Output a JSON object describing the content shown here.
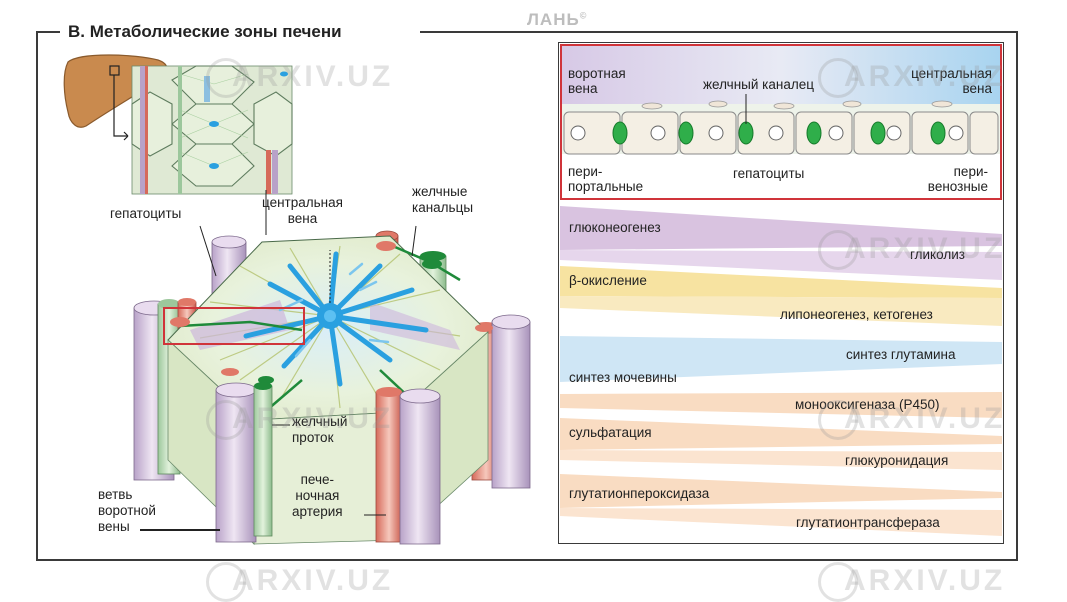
{
  "title": "В. Метаболические зоны печени",
  "publisher_mark": "ЛАНЬ",
  "watermark_text": "ARXIV.UZ",
  "left_labels": {
    "hepatocytes": "гепатоциты",
    "central_vein": "центральная\nвена",
    "bile_canaliculi": "желчные\nканальцы",
    "bile_duct": "желчный\nпроток",
    "hepatic_artery": "пече-\nночная\nартерия",
    "portal_vein_branch": "ветвь\nворотной\nвены"
  },
  "inset": {
    "portal_vein": "воротная\nвена",
    "bile_canaliculus": "желчный каналец",
    "central_vein": "центральная\nвена",
    "periportal": "пери-\nпортальные",
    "hepatocytes": "гепатоциты",
    "perivenous": "пери-\nвенозные"
  },
  "processes": [
    {
      "label": "глюконеогенез",
      "side": "left",
      "color": "#d9c3e0"
    },
    {
      "label": "гликолиз",
      "side": "right",
      "color": "#d9c3e0"
    },
    {
      "label": "β-окисление",
      "side": "left",
      "color": "#f7e3a1"
    },
    {
      "label": "липонеогенез, кетогенез",
      "side": "right",
      "color": "#f7e3a1"
    },
    {
      "label": "синтез глутамина",
      "side": "right",
      "color": "#cfe6f5"
    },
    {
      "label": "синтез мочевины",
      "side": "left",
      "color": "#cfe6f5"
    },
    {
      "label": "монооксигеназа (P450)",
      "side": "right",
      "color": "#f9dcc2"
    },
    {
      "label": "сульфатация",
      "side": "left",
      "color": "#f9dcc2"
    },
    {
      "label": "глюкуронидация",
      "side": "right",
      "color": "#f9dcc2"
    },
    {
      "label": "глутатионпероксидаза",
      "side": "left",
      "color": "#f9dcc2"
    },
    {
      "label": "глутатионтрансфераза",
      "side": "right",
      "color": "#f9dcc2"
    }
  ],
  "colors": {
    "frame": "#3a3a3a",
    "highlight": "#d0343a",
    "central_vein": "#2aa0e0",
    "bile_green": "#1f8a3a",
    "artery": "#e07868",
    "portal_vein": "#c9b6d6",
    "liver": "#c98a4e"
  }
}
